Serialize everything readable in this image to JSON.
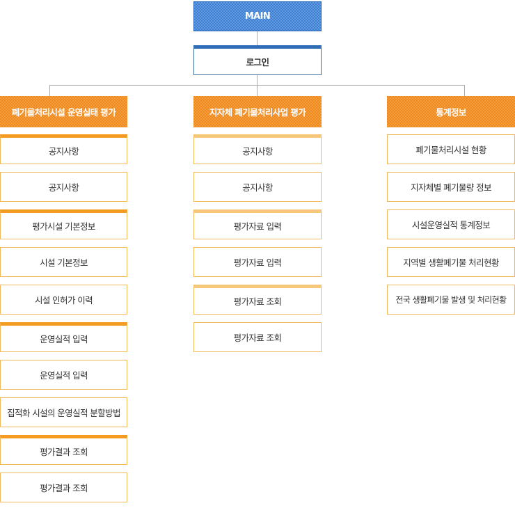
{
  "main": {
    "label": "MAIN"
  },
  "login": {
    "label": "로그인"
  },
  "columns": [
    {
      "title": "폐기물처리시설 운영실태 평가",
      "items": [
        "공지사항",
        "공지사항",
        "평가시설 기본정보",
        "시설 기본정보",
        "시설 인허가 이력",
        "운영실적 입력",
        "운영실적 입력",
        "집적화 시설의 운영실적 분할방법",
        "평가결과 조회",
        "평가결과 조회"
      ]
    },
    {
      "title": "지자체 폐기물처리사업 평가",
      "items": [
        "공지사항",
        "공지사항",
        "평가자료 입력",
        "평가자료 입력",
        "평가자료 조회",
        "평가자료 조회"
      ]
    },
    {
      "title": "통계정보",
      "items": [
        "폐기물처리시설 현황",
        "지자체별 폐기물량 정보",
        "시설운영실적 통계정보",
        "지역별 생활폐기물 처리현황",
        "전국 생활폐기물 발생 및 처리현황"
      ]
    }
  ],
  "colors": {
    "main": "#3b7fd4",
    "category": "#f08a1c",
    "accent": "#f49c22",
    "border": "#f0b85a",
    "connector": "#a9a9a9"
  }
}
